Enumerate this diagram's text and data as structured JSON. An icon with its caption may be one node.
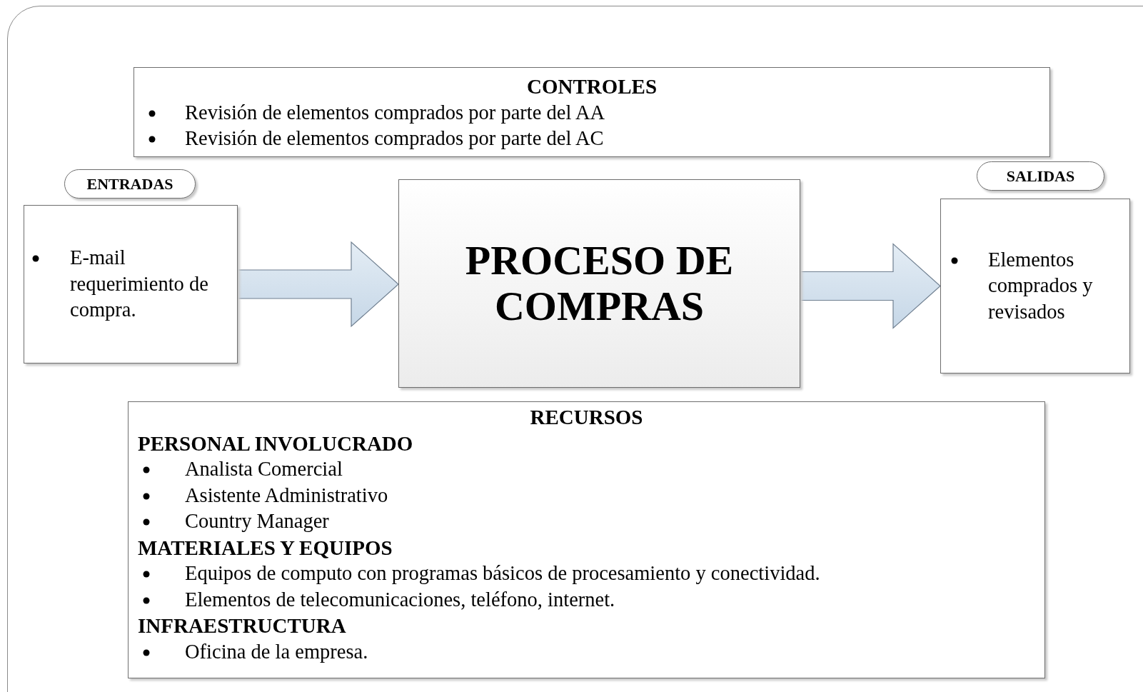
{
  "diagram": {
    "nodes": [
      {
        "text": [
          "CONTROLES",
          "Revisión de elementos comprados por parte del AA",
          "Revisión de elementos comprados por parte del AC"
        ]
      },
      {
        "text": [
          "ENTRADAS"
        ]
      },
      {
        "text": [
          "E-mail requerimiento de compra."
        ]
      },
      {
        "text": [
          "PROCESO DE COMPRAS"
        ]
      },
      {
        "text": [
          "SALIDAS"
        ]
      },
      {
        "text": [
          "Elementos comprados y revisados"
        ]
      },
      {
        "text": [
          "RECURSOS",
          "PERSONAL INVOLUCRADO",
          "Analista  Comercial",
          "Asistente Administrativo",
          "Country Manager",
          "MATERIALES Y EQUIPOS",
          "Equipos de computo con programas básicos de procesamiento y conectividad.",
          "Elementos de telecomunicaciones, teléfono, internet.",
          "INFRAESTRUCTURA",
          "Oficina de la empresa."
        ]
      }
    ],
    "edges": [
      {
        "from": 2,
        "to": 3,
        "arrow": "to"
      },
      {
        "from": 3,
        "to": 5,
        "arrow": "to"
      }
    ]
  }
}
